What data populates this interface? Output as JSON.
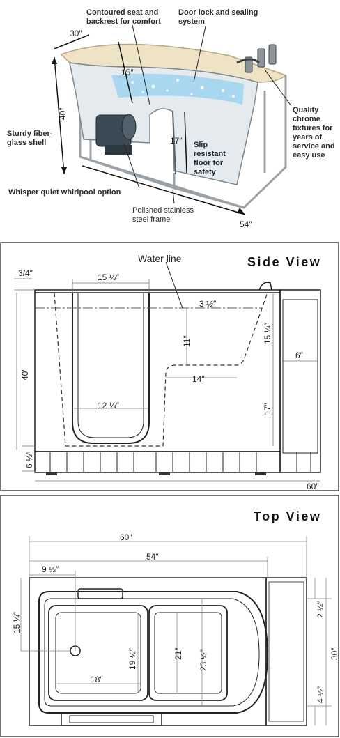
{
  "illustration": {
    "callouts": {
      "seat": "Contoured seat and backrest for comfort",
      "door": "Door lock and sealing system",
      "chrome": "Quality chrome fixtures for years of service and easy use",
      "shell": "Sturdy fiber-glass shell",
      "whirlpool": "Whisper quiet whirlpool option",
      "frame": "Polished stainless steel frame",
      "floor": "Slip resistant floor for safety"
    },
    "dims": {
      "depth": "30″",
      "height": "40″",
      "seat": "15″",
      "floor": "17″",
      "length": "54″"
    }
  },
  "side_view": {
    "title": "Side View",
    "water_line": "Water line",
    "dims": {
      "top_rim": "3/4″",
      "door_width": "15 ½″",
      "water_depth": "3 ½″",
      "seat_back": "11″",
      "right_top": "15 ¼″",
      "panel_width": "6″",
      "height": "40″",
      "seat_depth": "14″",
      "seat_height": "17″",
      "door_bottom": "12 ¼″",
      "base": "6 ½″",
      "length": "60″"
    }
  },
  "top_view": {
    "title": "Top View",
    "dims": {
      "overall": "60″",
      "tub": "54″",
      "door_offset": "9 ½″",
      "left_side": "15 ¼″",
      "footwell_width": "19 ½″",
      "seat_width": "21″",
      "inner_width": "23 ½″",
      "footwell_length": "18″",
      "rim_top": "2 ¼″",
      "depth": "30″",
      "rim_bottom": "4 ½″"
    }
  },
  "colors": {
    "line": "#222222",
    "tub_fill": "#e8ecef",
    "water": "#9fd3ee",
    "frame": "#b9c0c6",
    "rim": "#efe3c6"
  }
}
